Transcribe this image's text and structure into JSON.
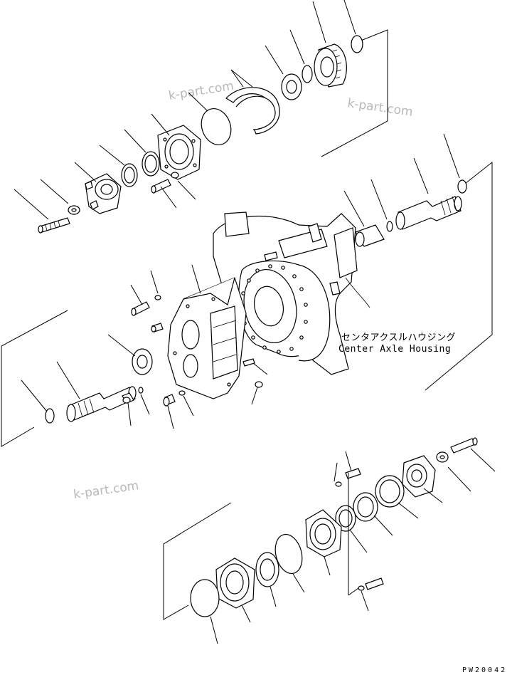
{
  "labels": {
    "housing_jp": "センタアクスルハウジング",
    "housing_en": "Center Axle Housing"
  },
  "watermarks": [
    "k-part.com",
    "k-part.com",
    "k-part.com"
  ],
  "drawing_code": "PW20042"
}
